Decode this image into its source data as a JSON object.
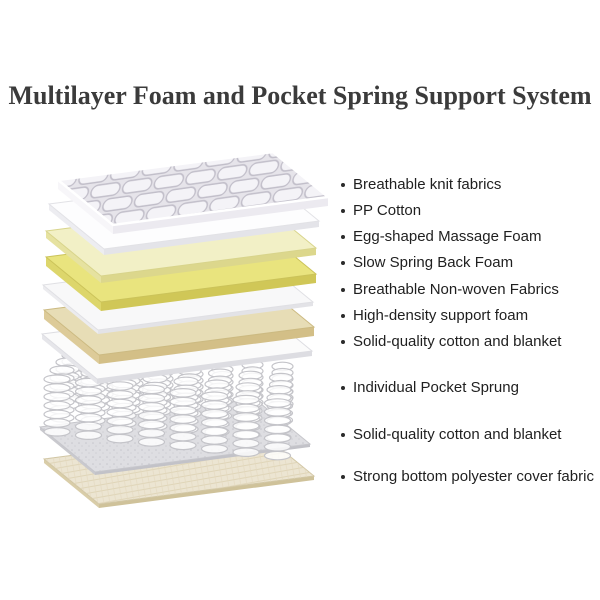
{
  "title": {
    "text": "Multilayer Foam and Pocket Spring Support System",
    "color": "#3b3b3b"
  },
  "features": {
    "items": [
      {
        "label": "Breathable knit fabrics"
      },
      {
        "label": "PP Cotton"
      },
      {
        "label": "Egg-shaped Massage Foam"
      },
      {
        "label": "Slow Spring Back Foam"
      },
      {
        "label": "Breathable Non-woven Fabrics"
      },
      {
        "label": "High-density support foam"
      },
      {
        "label": "Solid-quality cotton and blanket"
      },
      {
        "label": "Individual Pocket Sprung"
      },
      {
        "label": "Solid-quality cotton and blanket"
      },
      {
        "label": "Strong bottom polyester cover fabric"
      }
    ]
  },
  "diagram": {
    "layers": [
      {
        "id": "quilted-knit-cover",
        "color": "#e6e4ea"
      },
      {
        "id": "pp-cotton-sheet",
        "color": "#fdfdfe"
      },
      {
        "id": "egg-massage-foam",
        "color": "#f2f0c6"
      },
      {
        "id": "slow-spring-back-foam",
        "color": "#e9e47e"
      },
      {
        "id": "non-woven-fabric",
        "color": "#f8f8f9"
      },
      {
        "id": "high-density-foam",
        "color": "#e7ddb6"
      },
      {
        "id": "cotton-blanket-top",
        "color": "#fbfbfb"
      },
      {
        "id": "pocket-springs",
        "color": "#ffffff"
      },
      {
        "id": "cotton-blanket-bottom",
        "color": "#dedee2"
      },
      {
        "id": "polyester-bottom-cover",
        "color": "#ece5d2"
      }
    ]
  }
}
